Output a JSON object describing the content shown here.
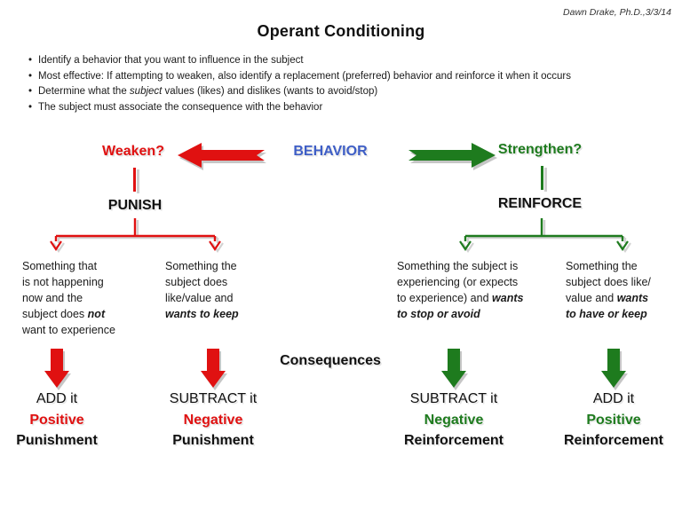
{
  "attribution": "Dawn Drake, Ph.D.,3/3/14",
  "title": "Operant Conditioning",
  "bullets": [
    {
      "before": "Identify a behavior that you want to influence in the subject",
      "em": "",
      "after": ""
    },
    {
      "before": "Most effective: If attempting to weaken, also identify a replacement (preferred) behavior and reinforce it when it occurs",
      "em": "",
      "after": ""
    },
    {
      "before": "Determine what the ",
      "em": "subject",
      "after": " values (likes) and dislikes (wants to avoid/stop)"
    },
    {
      "before": "The subject must associate the consequence with the behavior",
      "em": "",
      "after": ""
    }
  ],
  "flow": {
    "weaken_label": "Weaken?",
    "behavior_label": "BEHAVIOR",
    "strengthen_label": "Strengthen?",
    "punish_label": "PUNISH",
    "reinforce_label": "REINFORCE",
    "consequences_label": "Consequences"
  },
  "branches": [
    {
      "before": "Something that\nis not happening\nnow and the\nsubject does ",
      "em": "not",
      "after": "\nwant to experience"
    },
    {
      "before": "Something the\nsubject does\nlike/value and\n",
      "em": "wants to keep",
      "after": ""
    },
    {
      "before": "Something the subject is\nexperiencing (or expects\nto experience) and ",
      "em": "wants\nto stop or avoid",
      "after": ""
    },
    {
      "before": "Something the\nsubject does like/\nvalue and ",
      "em": "wants\nto have or keep",
      "after": ""
    }
  ],
  "outcomes": [
    {
      "action": "ADD it",
      "valence": "Positive",
      "type": "Punishment"
    },
    {
      "action": "SUBTRACT it",
      "valence": "Negative",
      "type": "Punishment"
    },
    {
      "action": "SUBTRACT it",
      "valence": "Negative",
      "type": "Reinforcement"
    },
    {
      "action": "ADD it",
      "valence": "Positive",
      "type": "Reinforcement"
    }
  ],
  "icons": {
    "left_arrow": "red-left-block-arrow",
    "right_arrow": "green-right-block-arrow",
    "down_arrows": [
      "red-down-arrow",
      "red-down-arrow",
      "green-down-arrow",
      "green-down-arrow"
    ]
  },
  "colors": {
    "red": "#e01111",
    "green": "#1e7b1e",
    "blue": "#3e5ec6",
    "shadow": "#c6c6c6",
    "text": "#1a1a1a"
  }
}
